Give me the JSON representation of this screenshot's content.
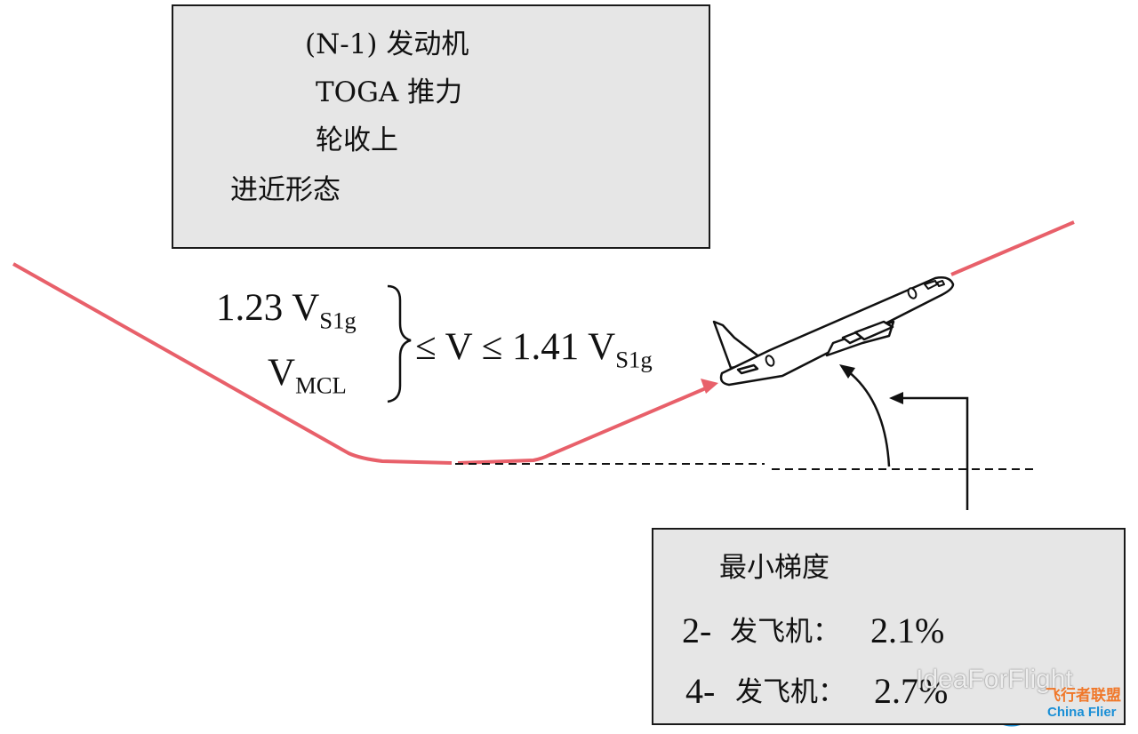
{
  "top_box": {
    "line1": "(N-1) 发动机",
    "line2": "TOGA  推力",
    "line3": "轮收上",
    "line4": "进近形态"
  },
  "speed": {
    "v1_main": "1.23 V",
    "v1_sub": "S1g",
    "v2_main": "V",
    "v2_sub": "MCL",
    "condition_main": "≤  V ≤  1.41 V",
    "condition_sub": "S1g"
  },
  "bottom_box": {
    "title": "最小梯度",
    "row1_prefix": "2-",
    "row1_label": "发飞机：",
    "row1_value": "2.1%",
    "row2_prefix": "4-",
    "row2_label": "发飞机：",
    "row2_value": "2.7%"
  },
  "watermark": {
    "text": "IdeaForFlight",
    "logo_cn": "飞行者联盟",
    "logo_en": "China Flier"
  },
  "colors": {
    "flight_path": "#e8606a",
    "box_fill": "#e6e6e6",
    "watermark_orange": "#f0782a",
    "watermark_blue": "#1a8fd6"
  },
  "icons": {
    "aircraft": "airplane-icon",
    "wechat": "wechat-icon",
    "logo": "china-flier-logo-icon"
  }
}
